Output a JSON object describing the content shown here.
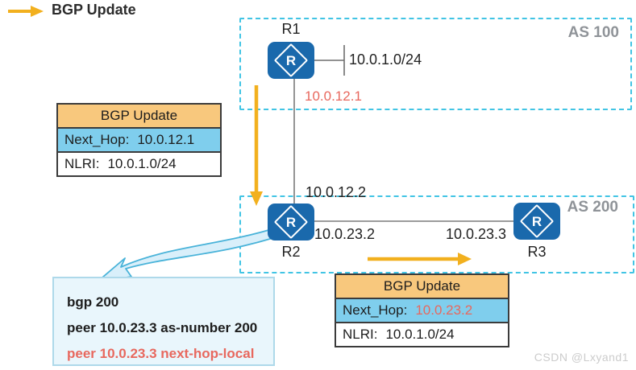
{
  "legend": {
    "arrow_icon": "bgp-update-arrow",
    "label": "BGP Update"
  },
  "as_boxes": [
    {
      "label": "AS 100"
    },
    {
      "label": "AS 200"
    }
  ],
  "router_icon_letter": "R",
  "routers": [
    {
      "name": "R1"
    },
    {
      "name": "R2"
    },
    {
      "name": "R3"
    }
  ],
  "interface_labels": {
    "lan_network": "10.0.1.0/24",
    "r1_to_r2": "10.0.12.1",
    "r2_to_r1": "10.0.12.2",
    "r2_to_r3": "10.0.23.2",
    "r3_to_r2": "10.0.23.3"
  },
  "bgp_update_left": {
    "title": "BGP Update",
    "rows": [
      {
        "label": "Next_Hop:",
        "value": "10.0.12.1"
      },
      {
        "label": "NLRI:",
        "value": "10.0.1.0/24"
      }
    ]
  },
  "bgp_update_right": {
    "title": "BGP Update",
    "rows": [
      {
        "label": "Next_Hop:",
        "value": "10.0.23.2"
      },
      {
        "label": "NLRI:",
        "value": "10.0.1.0/24"
      }
    ]
  },
  "config_box": {
    "lines": [
      {
        "text": "bgp 200"
      },
      {
        "text": "peer 10.0.23.3  as-number 200"
      },
      {
        "text": "peer 10.0.23.3 next-hop-local"
      }
    ]
  },
  "watermark": "CSDN @Lxyand1",
  "colors": {
    "router_blue": "#1A69AC",
    "as_border_cyan": "#41C4E4",
    "arrow_yellow": "#F2B01E",
    "table_header_orange": "#F8C87D",
    "table_row_blue": "#7FCEED",
    "highlight_red": "#E8685E",
    "config_box_bg": "#E9F6FC",
    "config_box_border": "#AED9EA",
    "link_gray": "#7a7a7a"
  }
}
